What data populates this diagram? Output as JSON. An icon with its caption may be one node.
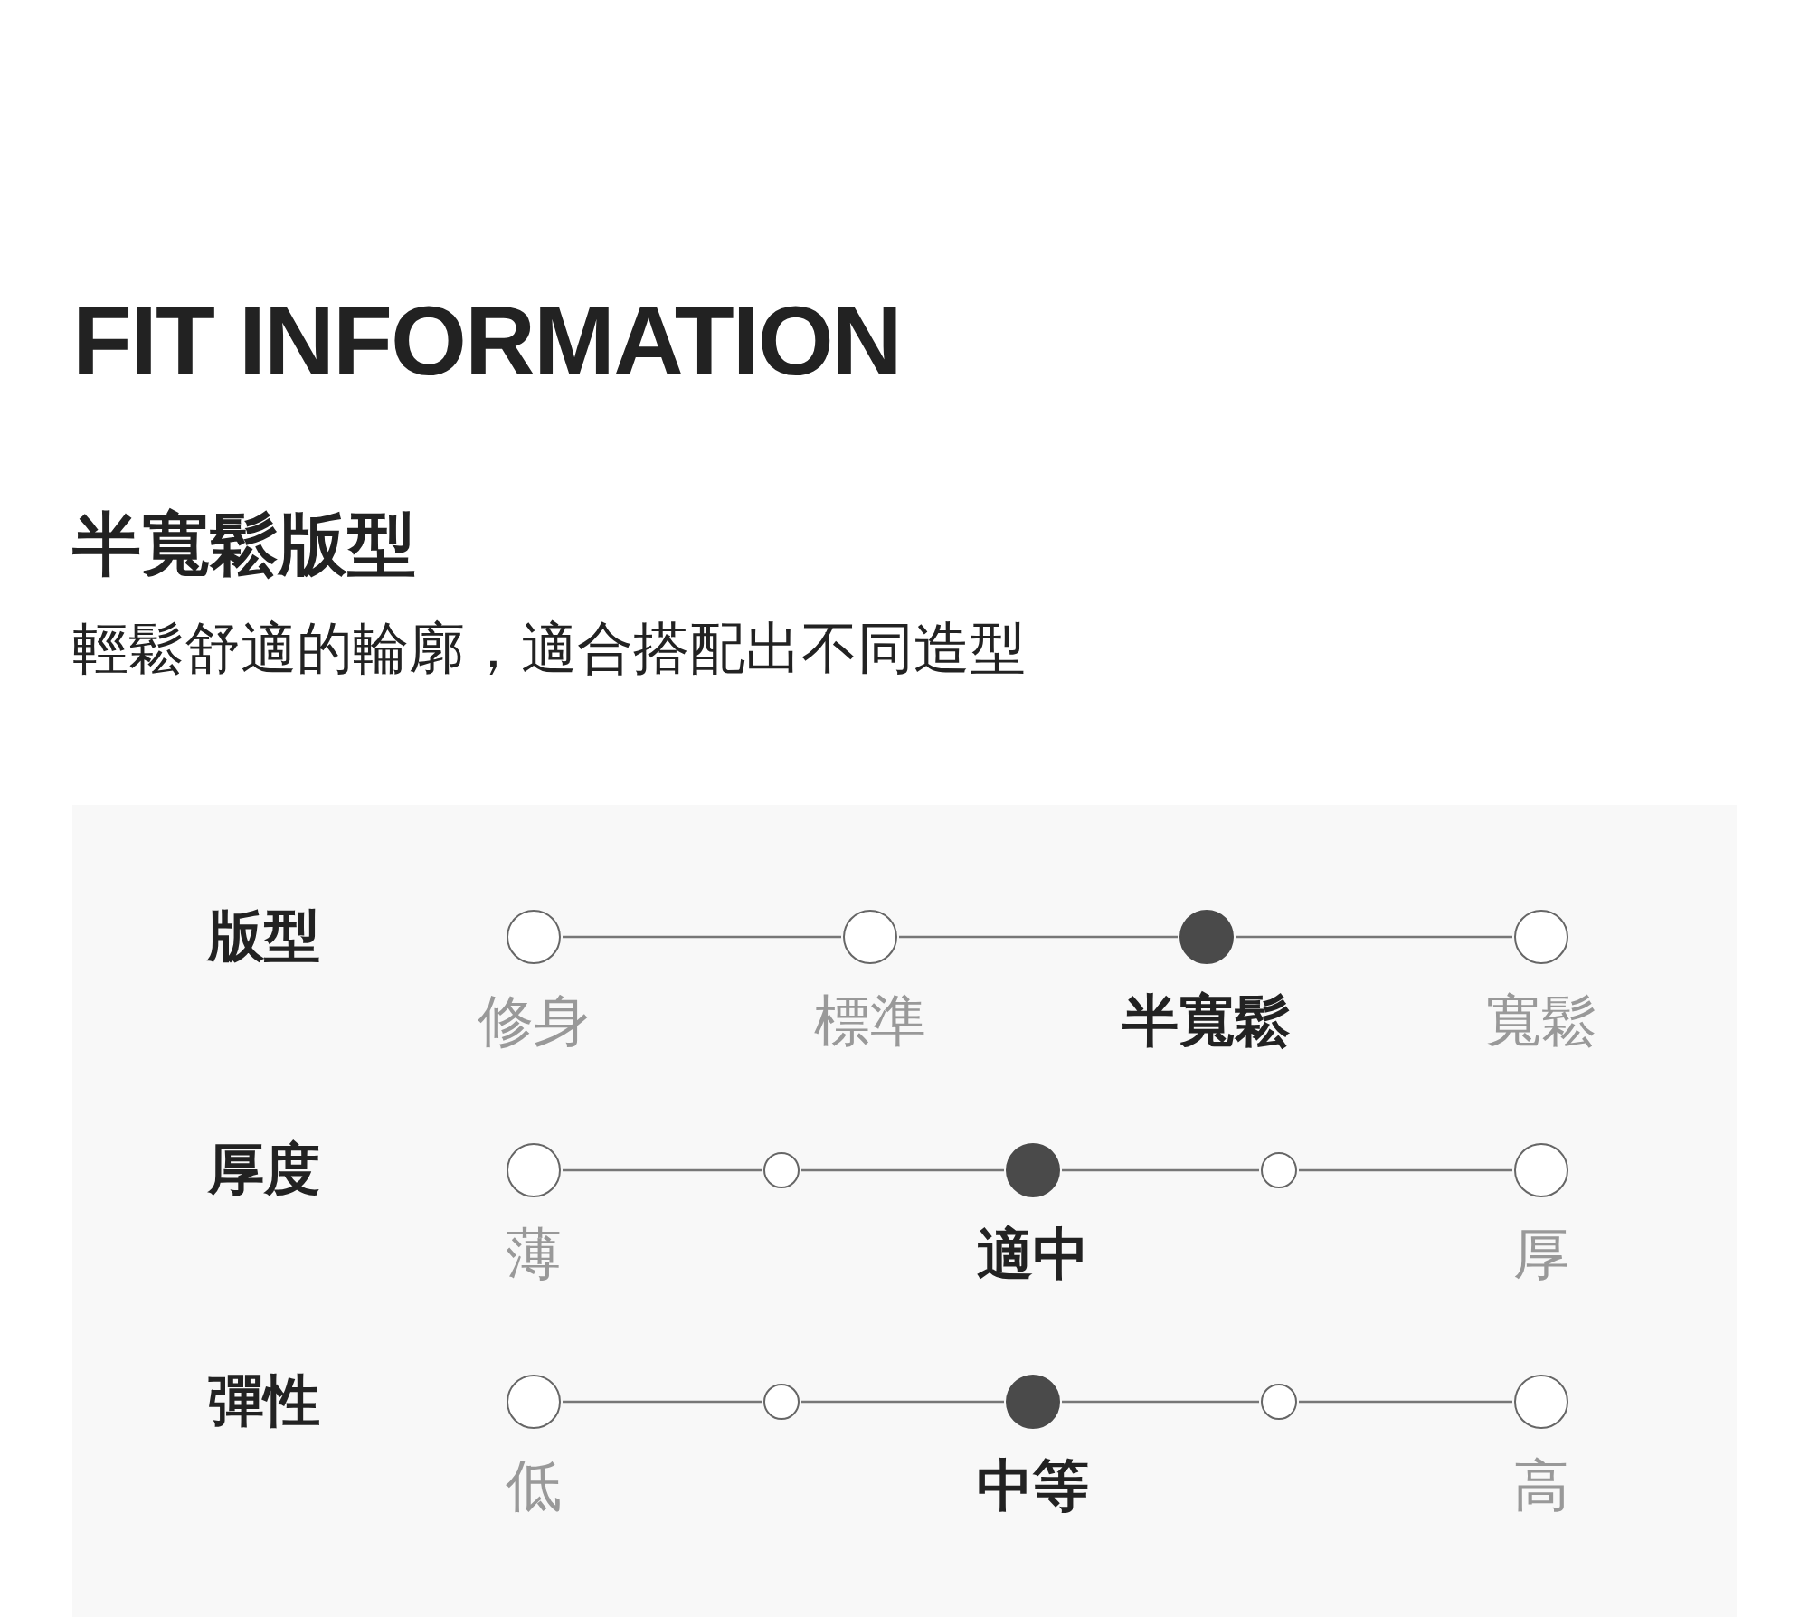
{
  "diagram": {
    "title": "FIT INFORMATION",
    "nodes": [
      {
        "text": [],
        "shape": "circle",
        "beside": [
          "修身"
        ]
      },
      {
        "text": [],
        "shape": "circle",
        "beside": [
          "標準"
        ]
      },
      {
        "text": [],
        "shape": "dot",
        "beside": [
          "半寬鬆"
        ]
      },
      {
        "text": [],
        "shape": "circle",
        "beside": [
          "寬鬆"
        ]
      },
      {
        "text": [],
        "shape": "circle",
        "beside": [
          "薄"
        ]
      },
      {
        "text": [],
        "shape": "circle"
      },
      {
        "text": [],
        "shape": "dot",
        "beside": [
          "適中"
        ]
      },
      {
        "text": [],
        "shape": "circle"
      },
      {
        "text": [],
        "shape": "circle",
        "beside": [
          "厚"
        ]
      },
      {
        "text": [],
        "shape": "circle",
        "beside": [
          "低"
        ]
      },
      {
        "text": [],
        "shape": "circle"
      },
      {
        "text": [],
        "shape": "dot",
        "beside": [
          "中等"
        ]
      },
      {
        "text": [],
        "shape": "circle"
      },
      {
        "text": [],
        "shape": "circle",
        "beside": [
          "高"
        ]
      }
    ],
    "edges": [
      {
        "from": 0,
        "to": 1,
        "arrow": "none"
      },
      {
        "from": 1,
        "to": 2,
        "arrow": "none"
      },
      {
        "from": 2,
        "to": 3,
        "arrow": "none"
      },
      {
        "from": 4,
        "to": 5,
        "arrow": "none"
      },
      {
        "from": 5,
        "to": 6,
        "arrow": "none"
      },
      {
        "from": 6,
        "to": 7,
        "arrow": "none"
      },
      {
        "from": 7,
        "to": 8,
        "arrow": "none"
      },
      {
        "from": 9,
        "to": 10,
        "arrow": "none"
      },
      {
        "from": 10,
        "to": 11,
        "arrow": "none"
      },
      {
        "from": 11,
        "to": 12,
        "arrow": "none"
      },
      {
        "from": 12,
        "to": 13,
        "arrow": "none"
      }
    ],
    "labels": [
      "半寬鬆版型",
      "輕鬆舒適的輪廓，適合搭配出不同造型",
      "版型",
      "厚度",
      "彈性"
    ]
  }
}
